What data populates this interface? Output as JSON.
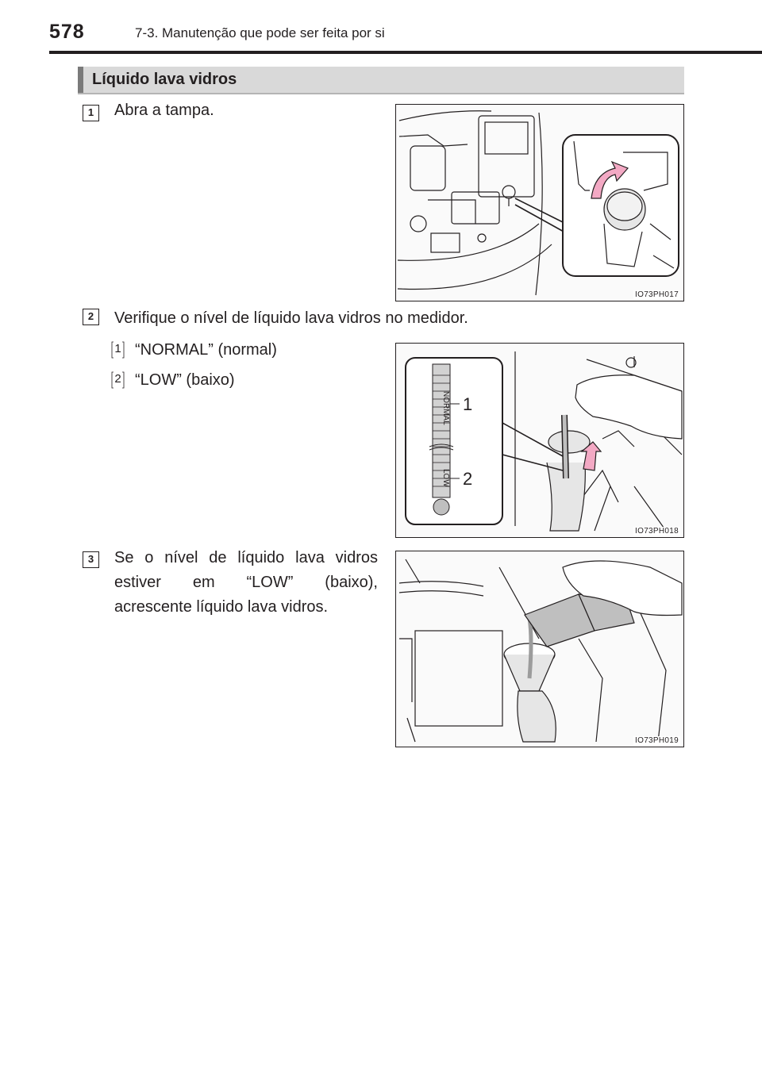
{
  "header": {
    "page_number": "578",
    "chapter": "7-3. Manutenção que pode ser feita por si"
  },
  "section": {
    "title": "Líquido lava vidros"
  },
  "steps": [
    {
      "number": "1",
      "text": "Abra a tampa.",
      "figure_code": "IO73PH017"
    },
    {
      "number": "2",
      "text": "Verifique o nível de líquido lava vidros no medidor.",
      "items": [
        {
          "number": "1",
          "text": "“NORMAL” (normal)"
        },
        {
          "number": "2",
          "text": "“LOW” (baixo)"
        }
      ],
      "figure_code": "IO73PH018",
      "figure_labels": {
        "normal": "NORMAL",
        "low": "LOW",
        "callout_1": "1",
        "callout_2": "2"
      }
    },
    {
      "number": "3",
      "text": "Se o nível de líquido lava vidros estiver em “LOW” (baixo), acrescente líquido lava vidros.",
      "figure_code": "IO73PH019"
    }
  ],
  "colors": {
    "arrow": "#f3a9c4",
    "rule": "#231f20",
    "section_bar": "#d9d9d9"
  }
}
